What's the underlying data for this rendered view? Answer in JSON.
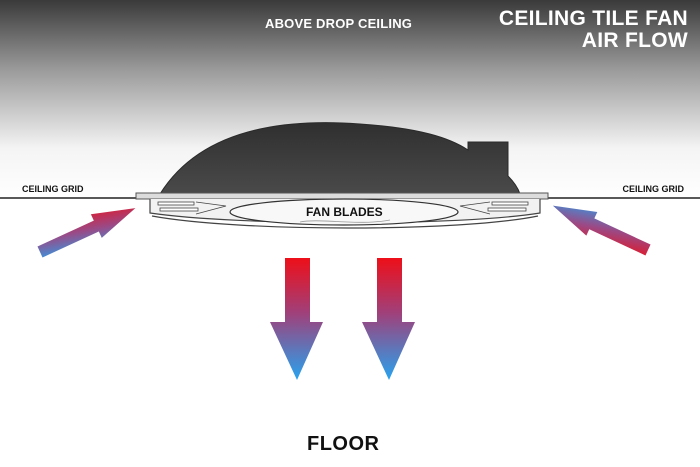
{
  "diagram": {
    "above_label": "ABOVE DROP CEILING",
    "title_line1": "CEILING TILE FAN",
    "title_line2": "AIR FLOW",
    "ceiling_grid_left": "CEILING GRID",
    "ceiling_grid_right": "CEILING GRID",
    "fan_blades_label": "FAN BLADES",
    "floor_label": "FLOOR"
  },
  "colors": {
    "warm_air": "#e8101e",
    "cool_air": "#2aa0ec",
    "housing": "#3e3e3e",
    "ceiling_gradient_top": "#3a3a3a",
    "ceiling_gradient_bottom": "#ffffff"
  }
}
